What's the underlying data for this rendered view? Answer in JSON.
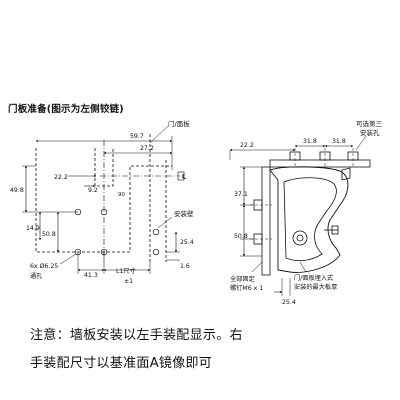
{
  "title": "门板准备(图示为左侧铰链)",
  "left_view": {
    "dims": {
      "d59_7": "59.7",
      "d27_2": "27.2",
      "d22_2": "22.2",
      "d49_8": "49.8",
      "d9_2": "9.2",
      "d14_9": "14.9",
      "d50_8": "50.8",
      "d25_4": "25.4",
      "d41_3": "41.3",
      "d1_6": "1.6",
      "l1": "L1尺寸",
      "l1_tol": "±1",
      "cl_mark": "℄",
      "angle": "90",
      "holes_line1": "6x Ø6.25",
      "holes_line2": "通孔"
    },
    "labels": {
      "door_panel": "门/面板",
      "mount_wall": "安装壁"
    }
  },
  "right_view": {
    "dims": {
      "d22_2": "22.2",
      "d31_8a": "31.8",
      "d31_8b": "31.8",
      "d37_1": "37.1",
      "d50_8": "50.8",
      "d25_4": "25.4"
    },
    "labels": {
      "third_hole_line1": "可选第三",
      "third_hole_line2": "安装孔",
      "fix_screws_line1": "全部固定",
      "fix_screws_line2": "螺钉M6 x 1",
      "max_thick_line1": "门/面板埋入式",
      "max_thick_line2": "安装的最大板厚"
    }
  },
  "note_line1": "注意：墙板安装以左手装配显示。右",
  "note_line2": "手装配尺寸以基准面A镜像即可"
}
